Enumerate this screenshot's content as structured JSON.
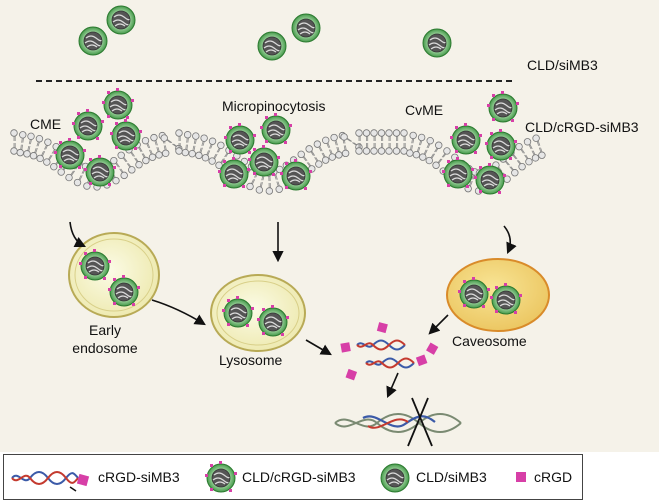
{
  "labels": {
    "cld_simb3": "CLD/siMB3",
    "cld_crgd_simb3": "CLD/cRGD-siMB3",
    "cme": "CME",
    "micropinocytosis": "Micropinocytosis",
    "cvme": "CvME",
    "early_line1": "Early",
    "early_line2": "endosome",
    "lysosome": "Lysosome",
    "caveosome": "Caveosome"
  },
  "legend": {
    "item1": "cRGD-siMB3",
    "item2": "CLD/cRGD-siMB3",
    "item3": "CLD/siMB3",
    "item4": "cRGD"
  },
  "colors": {
    "background": "#f5f2e9",
    "membrane_head": "#e6e6e6",
    "vesicle_fill": "#f4f1c6",
    "caveosome_fill": "#f2d26a",
    "nanoparticle_green": "#3c9c3c",
    "crgd_magenta": "#d73fa7",
    "dna_blue": "#3b5aa8",
    "dna_red": "#c43a2f"
  },
  "icons": [
    "nanoparticle-icon",
    "crgd-square-icon",
    "sirna-duplex-icon",
    "dna-helix-icon",
    "arrow-icon"
  ]
}
